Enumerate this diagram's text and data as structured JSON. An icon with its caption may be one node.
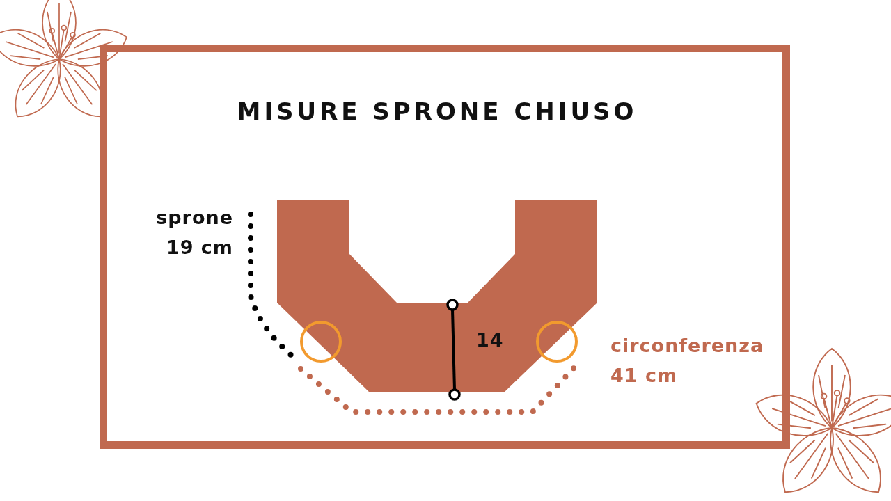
{
  "diagram": {
    "title": "MISURE SPRONE CHIUSO",
    "labels": [
      "sprone 19 cm",
      "14",
      "circonferenza 41 cm"
    ]
  }
}
